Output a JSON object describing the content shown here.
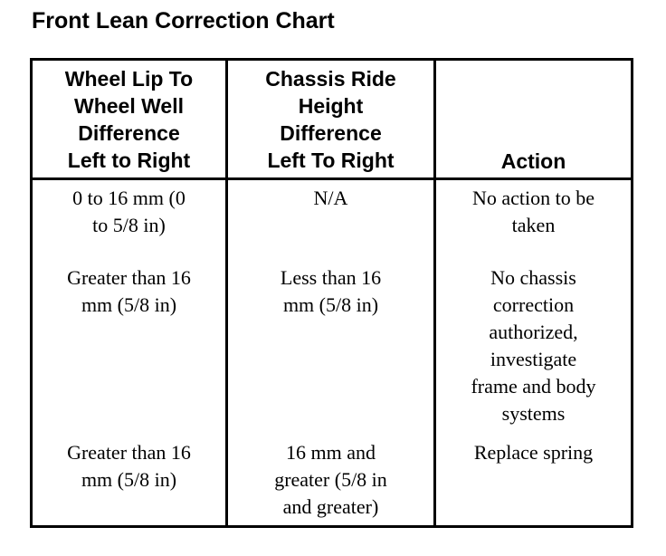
{
  "page_title": "Front Lean Correction Chart",
  "table": {
    "headers": [
      "Wheel Lip To\nWheel Well\nDifference\nLeft to Right",
      "Chassis Ride\nHeight\nDifference\nLeft To Right",
      "Action"
    ],
    "rows": [
      {
        "wheel_lip": "0 to 16 mm (0\nto 5/8 in)",
        "chassis_ride": "N/A",
        "action": "No action to be\ntaken"
      },
      {
        "wheel_lip": "Greater than 16\nmm (5/8 in)",
        "chassis_ride": "Less than 16\nmm (5/8 in)",
        "action": "No chassis\ncorrection\nauthorized,\ninvestigate\nframe and body\nsystems"
      },
      {
        "wheel_lip": "Greater than 16\nmm (5/8 in)",
        "chassis_ride": "16 mm and\ngreater (5/8 in\nand greater)",
        "action": "Replace spring"
      }
    ]
  },
  "colors": {
    "ink": "#000000",
    "paper": "#ffffff"
  }
}
